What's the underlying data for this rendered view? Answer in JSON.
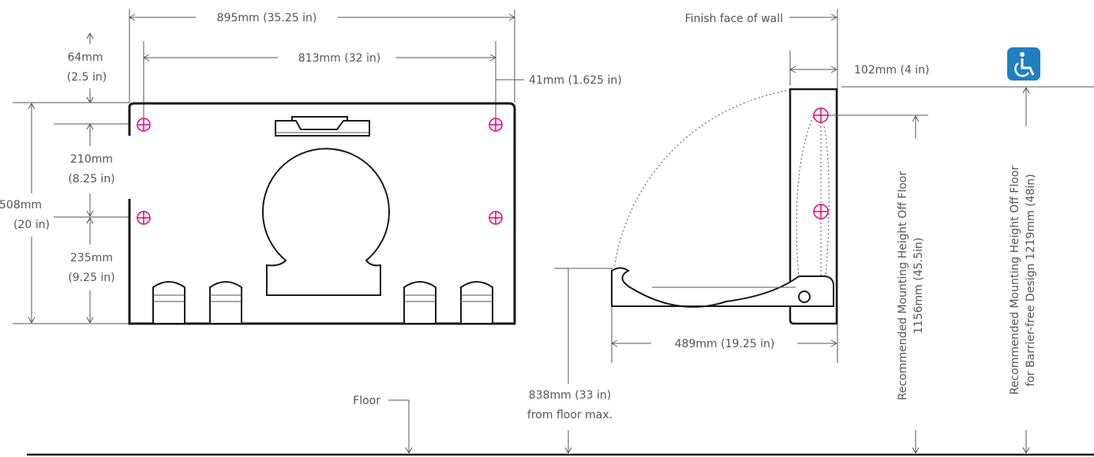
{
  "dimensions": {
    "overall_width": "895mm (35.25 in)",
    "hole_spacing_width": "813mm (32 in)",
    "side_offset": "41mm (1.625 in)",
    "top_offset_mm": "64mm",
    "top_offset_in": "(2.5 in)",
    "hole_vertical_mm": "210mm",
    "hole_vertical_in": "(8.25 in)",
    "lower_offset_mm": "235mm",
    "lower_offset_in": "(9.25 in)",
    "overall_height_mm": "508mm",
    "overall_height_in": "(20 in)",
    "depth_wall": "102mm (4 in)",
    "open_depth": "489mm (19.25 in)",
    "floor_height_line1": "838mm (33 in)",
    "floor_height_line2": "from floor max."
  },
  "labels": {
    "finish_face": "Finish face of wall",
    "floor": "Floor",
    "mounting_line1": "Recommended Mounting Height Off Floor",
    "mounting_line2": "1156mm (45.5in)",
    "barrier_line1": "Recommended Mounting Height Off Floor",
    "barrier_line2": "for Barrier-free Design 1219mm (48in)"
  },
  "icons": {
    "accessibility": "wheelchair-icon",
    "accessibility_color": "#1f7fc1",
    "hole_color": "#e6007e"
  }
}
